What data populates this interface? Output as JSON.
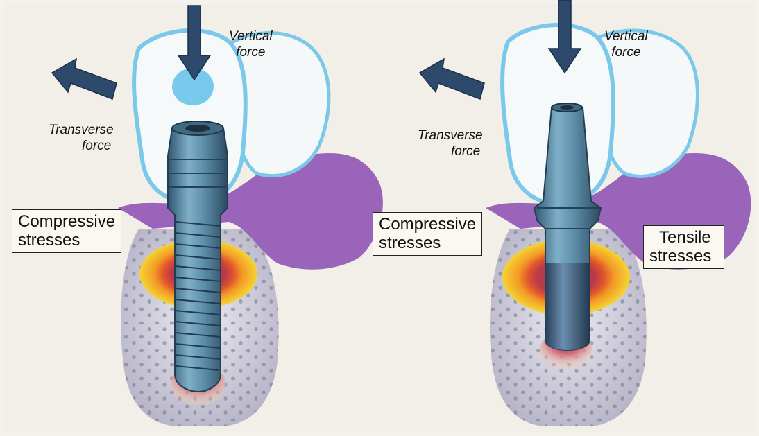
{
  "panels": [
    {
      "vertical_force": [
        "Vertical",
        "force"
      ],
      "transverse_force": [
        "Transverse",
        "force"
      ],
      "compressive": [
        "Compressive",
        "stresses"
      ]
    },
    {
      "vertical_force": [
        "Vertical",
        "force"
      ],
      "transverse_force": [
        "Transverse",
        "force"
      ],
      "compressive": [
        "Compressive",
        "stresses"
      ],
      "tensile": [
        "Tensile",
        "stresses"
      ]
    }
  ],
  "colors": {
    "background": "#f3f1eb",
    "crown_outline": "#7cc8ea",
    "gingiva": "#9b63b8",
    "implant": "#4f7d98",
    "arrow": "#2c4a6b",
    "stress_ring_outer": "#f2d231",
    "stress_ring_mid": "#f09a25",
    "stress_ring_inner": "#b83a3a",
    "bone": "#c9c7d6"
  }
}
